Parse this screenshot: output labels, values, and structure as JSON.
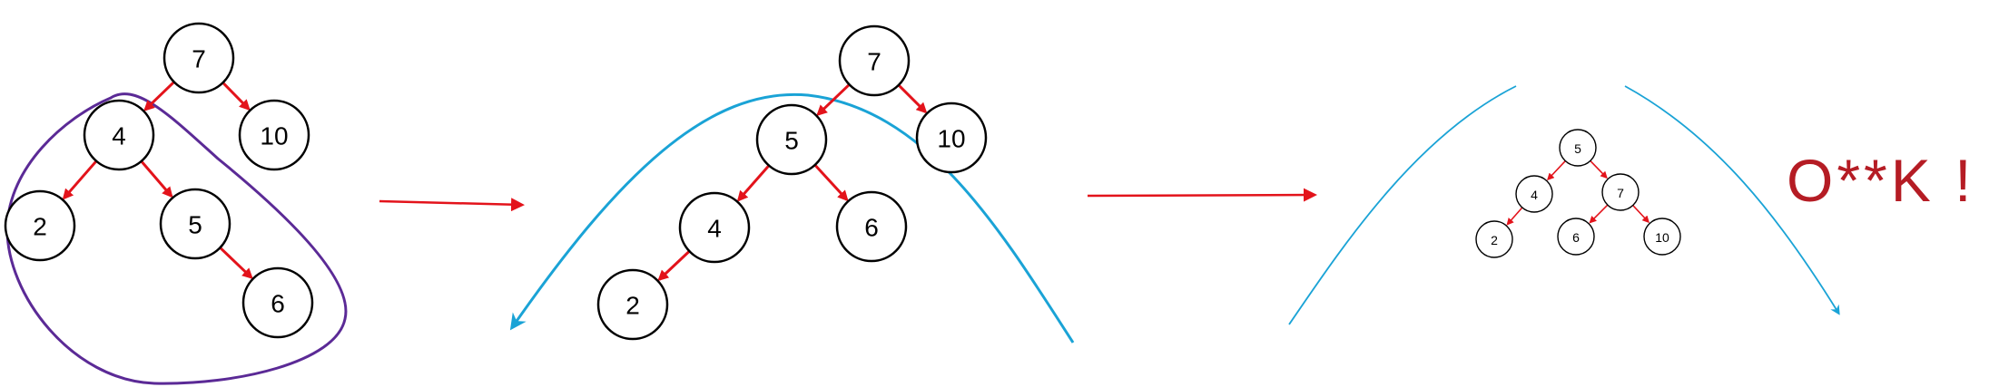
{
  "colors": {
    "edge": "#e3131b",
    "arrow": "#e3131b",
    "subtree_outline": "#5b2a96",
    "curve": "#1aa3d6",
    "node_stroke": "#000000",
    "caption": "#b51c24"
  },
  "diagrams": [
    {
      "id": "before",
      "nodes": [
        {
          "id": "n7",
          "label": "7"
        },
        {
          "id": "n4",
          "label": "4"
        },
        {
          "id": "n10",
          "label": "10"
        },
        {
          "id": "n2",
          "label": "2"
        },
        {
          "id": "n5",
          "label": "5"
        },
        {
          "id": "n6",
          "label": "6"
        }
      ],
      "edges": [
        [
          "n7",
          "n4"
        ],
        [
          "n7",
          "n10"
        ],
        [
          "n4",
          "n2"
        ],
        [
          "n4",
          "n5"
        ],
        [
          "n5",
          "n6"
        ]
      ]
    },
    {
      "id": "rotating",
      "nodes": [
        {
          "id": "m7",
          "label": "7"
        },
        {
          "id": "m5",
          "label": "5"
        },
        {
          "id": "m10",
          "label": "10"
        },
        {
          "id": "m4",
          "label": "4"
        },
        {
          "id": "m6",
          "label": "6"
        },
        {
          "id": "m2",
          "label": "2"
        }
      ],
      "edges": [
        [
          "m7",
          "m5"
        ],
        [
          "m7",
          "m10"
        ],
        [
          "m5",
          "m4"
        ],
        [
          "m5",
          "m6"
        ],
        [
          "m4",
          "m2"
        ]
      ]
    },
    {
      "id": "after",
      "nodes": [
        {
          "id": "k5",
          "label": "5"
        },
        {
          "id": "k4",
          "label": "4"
        },
        {
          "id": "k7",
          "label": "7"
        },
        {
          "id": "k2",
          "label": "2"
        },
        {
          "id": "k6",
          "label": "6"
        },
        {
          "id": "k10",
          "label": "10"
        }
      ],
      "edges": [
        [
          "k5",
          "k4"
        ],
        [
          "k5",
          "k7"
        ],
        [
          "k4",
          "k2"
        ],
        [
          "k7",
          "k6"
        ],
        [
          "k7",
          "k10"
        ]
      ]
    }
  ],
  "caption": "O**K !"
}
